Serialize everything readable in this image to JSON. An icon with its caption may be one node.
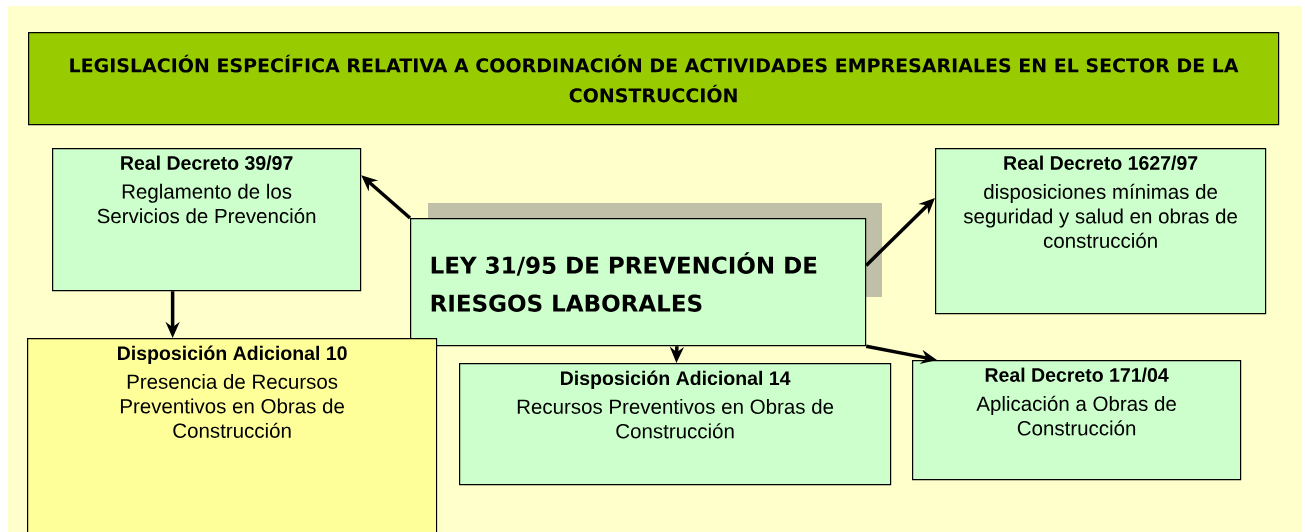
{
  "diagram": {
    "nodes": [
      {
        "text": [
          "LEGISLACIÓN ESPECÍFICA RELATIVA A COORDINACIÓN DE ACTIVIDADES EMPRESARIALES EN EL SECTOR DE LA CONSTRUCCIÓN"
        ]
      },
      {
        "text": [
          "Real Decreto 39/97",
          "Reglamento de los Servicios de Prevención"
        ]
      },
      {
        "text": [
          "LEY 31/95 DE PREVENCIÓN DE RIESGOS LABORALES"
        ]
      },
      {
        "text": [
          "Real Decreto 1627/97",
          "disposiciones mínimas de seguridad y salud en obras de construcción"
        ]
      },
      {
        "text": [
          "Disposición Adicional 10",
          "Presencia de Recursos Preventivos en Obras de Construcción"
        ]
      },
      {
        "text": [
          "Disposición Adicional 14",
          "Recursos Preventivos en Obras de Construcción"
        ]
      },
      {
        "text": [
          "Real Decreto 171/04",
          "Aplicación a Obras de Construcción"
        ]
      }
    ],
    "edges": [
      {
        "from": 2,
        "to": 1,
        "arrow": "to"
      },
      {
        "from": 1,
        "to": 4,
        "arrow": "to"
      },
      {
        "from": 2,
        "to": 3,
        "arrow": "to"
      },
      {
        "from": 2,
        "to": 5,
        "arrow": "to"
      },
      {
        "from": 2,
        "to": 6,
        "arrow": "to"
      }
    ]
  }
}
